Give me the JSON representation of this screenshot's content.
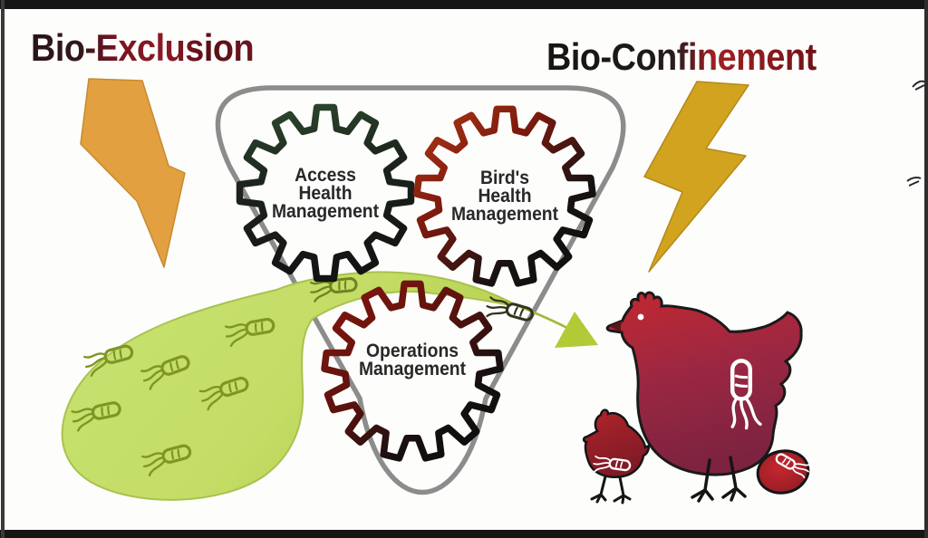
{
  "titles": {
    "left": "Bio-Exclusion",
    "right": "Bio-Confinement"
  },
  "gears": [
    {
      "id": "access-health-management",
      "lines": [
        "Access",
        "Health",
        "Management"
      ]
    },
    {
      "id": "birds-health-management",
      "lines": [
        "Bird's",
        "Health",
        "Management"
      ]
    },
    {
      "id": "operations-management",
      "lines": [
        "Operations",
        "Management"
      ]
    }
  ],
  "icons": [
    "lightning-bolt-icon-left",
    "lightning-bolt-icon-right",
    "gear-icon-access",
    "gear-icon-birds",
    "gear-icon-operations",
    "contamination-plume-icon",
    "bacteria-icon",
    "arrow-triangle-icon",
    "hen-icon",
    "chick-icon",
    "egg-icon"
  ],
  "colors": {
    "title_dark": "#241315",
    "title_red": "#8a1620",
    "bolt_left": "#e2a040",
    "bolt_right": "#d2a31f",
    "triangle_outline": "#8c8c8c",
    "gear_dark": "#1a1a1a",
    "gear_red": "#8a1a10",
    "gear_green_tint": "#2e4a2e",
    "plume_green": "#c5e06c",
    "plume_edge": "#a9c24d",
    "germ_olive": "#7f9524",
    "arrow_green": "#b2ca35",
    "hen_red": "#b52535",
    "label_text": "#282828",
    "border_black": "#161616"
  }
}
